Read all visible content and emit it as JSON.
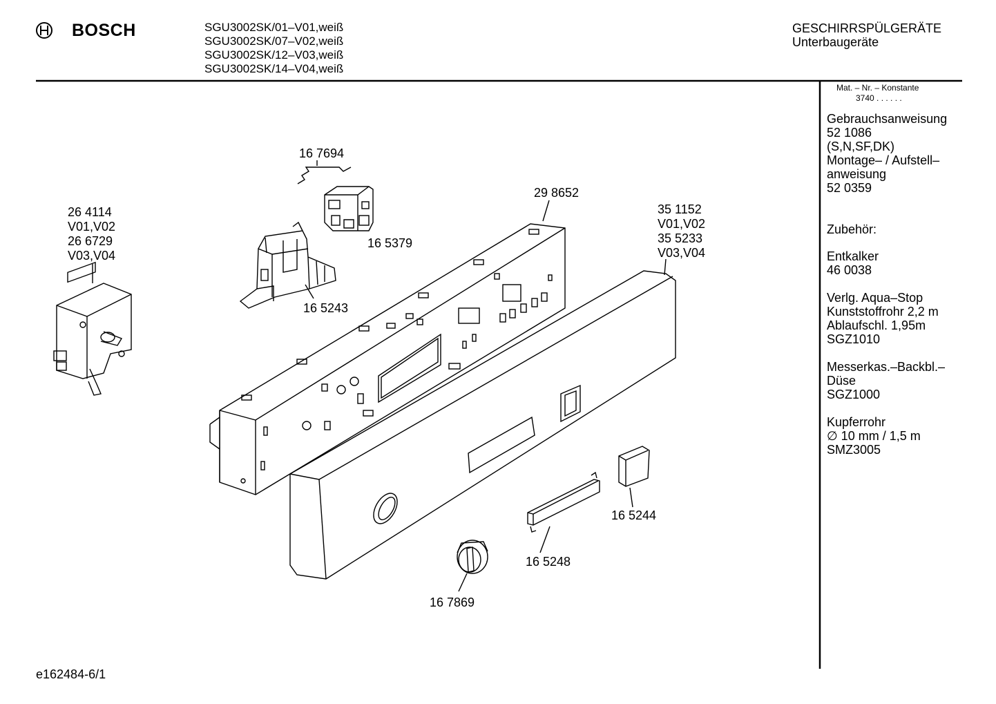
{
  "header": {
    "brand": "BOSCH",
    "models": [
      "SGU3002SK/01–V01,weiß",
      "SGU3002SK/07–V02,weiß",
      "SGU3002SK/12–V03,weiß",
      "SGU3002SK/14–V04,weiß"
    ],
    "category": "GESCHIRRSPÜLGERÄTE",
    "subcategory": "Unterbaugeräte"
  },
  "sidebar": {
    "mat_label": "Mat. – Nr. – Konstante",
    "mat_value": "3740  .  .  .  .  .  .",
    "blocks": [
      [
        "Gebrauchsanweisung",
        "52 1086",
        "(S,N,SF,DK)",
        "Montage– / Aufstell–",
        "anweisung",
        "52 0359"
      ],
      [
        "Zubehör:"
      ],
      [
        "Entkalker",
        "46 0038"
      ],
      [
        "Verlg. Aqua–Stop",
        "Kunststoffrohr 2,2 m",
        "Ablaufschl. 1,95m",
        "SGZ1010"
      ],
      [
        "Messerkas.–Backbl.–",
        "Düse",
        "SGZ1000"
      ],
      [
        "Kupferrohr",
        "∅ 10 mm / 1,5 m",
        "SMZ3005"
      ]
    ]
  },
  "parts": {
    "p167694": "16 7694",
    "p165379": "16 5379",
    "p165243": "16 5243",
    "p298652": "29 8652",
    "p264114": [
      "26 4114",
      "V01,V02",
      "26 6729",
      "V03,V04"
    ],
    "p351152": [
      "35 1152",
      "V01,V02",
      "35 5233",
      "V03,V04"
    ],
    "p165244": "16 5244",
    "p165248": "16 5248",
    "p167869": "16 7869"
  },
  "footer": {
    "doc_id": "e162484-6/1"
  }
}
